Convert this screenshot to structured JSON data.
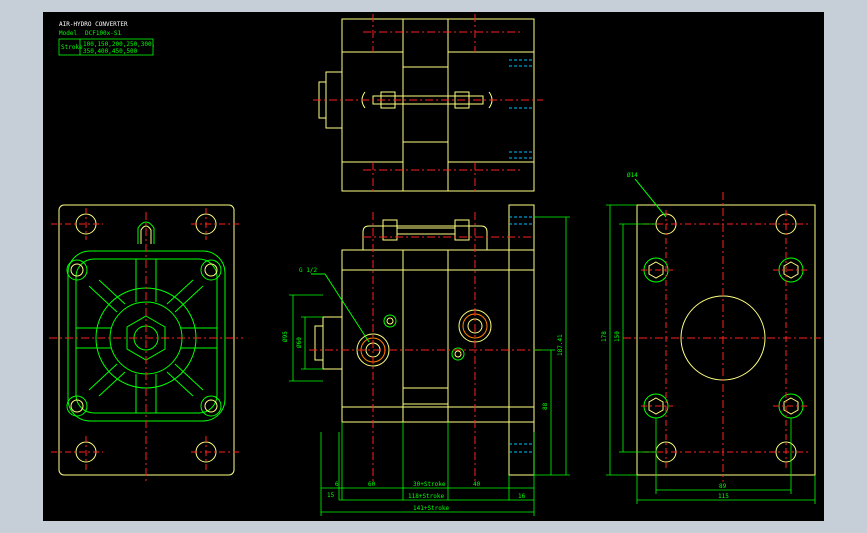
{
  "title_block": {
    "title": "AIR-HYDRO CONVERTER",
    "model_label": "Model",
    "model_value": "DCF100x-S1",
    "stroke_label": "Stroke",
    "stroke_line1": "100,150,200,250,300,",
    "stroke_line2": "350,400,450,500"
  },
  "callouts": {
    "port_thread": "G 1/2",
    "hole_dia": "Ø14"
  },
  "dimensions": {
    "d_95": "Ø95",
    "d_60": "Ø60",
    "h_187": "187.41",
    "h_88": "88",
    "b_15": "15",
    "b_6": "6",
    "b_60": "60",
    "b_30s": "30+Stroke",
    "b_40": "40",
    "b_118s": "118+Stroke",
    "b_16": "16",
    "b_141s": "141+Stroke",
    "r_178": "178",
    "r_150": "150",
    "r_89": "89",
    "r_115": "115"
  },
  "colors": {
    "background": "#000000",
    "outline": "#ffff80",
    "center_line": "#ff2020",
    "dimension": "#00ff00",
    "hidden": "#00c0ff",
    "port": "#ff8000",
    "window_frame": "#c6cfd8"
  }
}
